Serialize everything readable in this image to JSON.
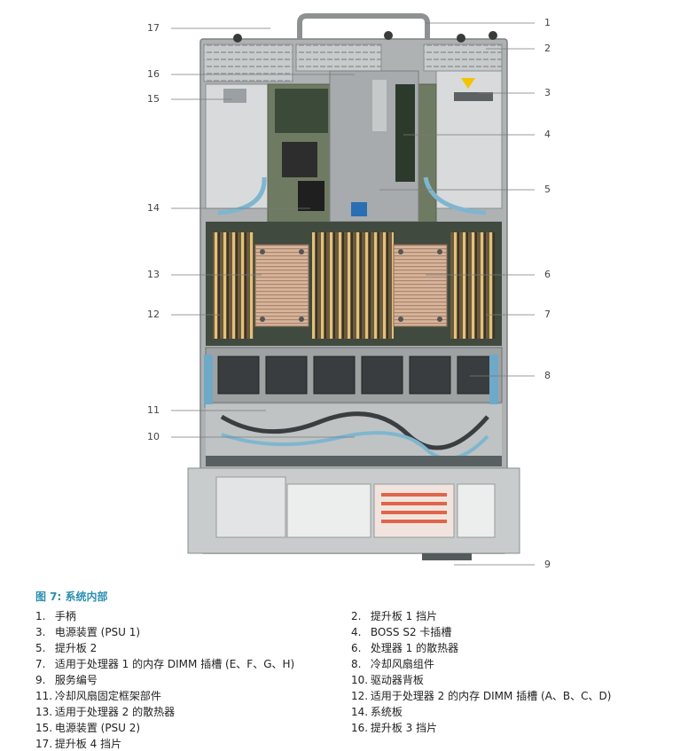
{
  "figure": {
    "caption": "图 7: 系统内部"
  },
  "callouts": {
    "left": [
      "17",
      "16",
      "15",
      "14",
      "13",
      "12",
      "11",
      "10"
    ],
    "right": [
      "1",
      "2",
      "3",
      "4",
      "5",
      "6",
      "7",
      "8",
      "9"
    ]
  },
  "legend": {
    "col1": [
      {
        "num": "1.",
        "text": "手柄"
      },
      {
        "num": "3.",
        "text": "电源装置 (PSU 1)"
      },
      {
        "num": "5.",
        "text": "提升板 2"
      },
      {
        "num": "7.",
        "text": "适用于处理器 1 的内存 DIMM 插槽 (E、F、G、H)"
      },
      {
        "num": "9.",
        "text": "服务编号"
      },
      {
        "num": "11.",
        "text": "冷却风扇固定框架部件"
      },
      {
        "num": "13.",
        "text": "适用于处理器 2 的散热器"
      },
      {
        "num": "15.",
        "text": "电源装置 (PSU 2)"
      },
      {
        "num": "17.",
        "text": "提升板 4 挡片"
      }
    ],
    "col2": [
      {
        "num": "2.",
        "text": "提升板 1 挡片"
      },
      {
        "num": "4.",
        "text": "BOSS S2 卡插槽"
      },
      {
        "num": "6.",
        "text": "处理器 1 的散热器"
      },
      {
        "num": "8.",
        "text": "冷却风扇组件"
      },
      {
        "num": "10.",
        "text": "驱动器背板"
      },
      {
        "num": "12.",
        "text": "适用于处理器 2 的内存 DIMM 插槽 (A、B、C、D)"
      },
      {
        "num": "14.",
        "text": "系统板"
      },
      {
        "num": "16.",
        "text": "提升板 3 挡片"
      }
    ]
  },
  "colors": {
    "caption": "#2a8fb0",
    "chassis": "#b9bcbd",
    "heatsink": "#c9a58c",
    "cable": "#7fb6cf"
  }
}
